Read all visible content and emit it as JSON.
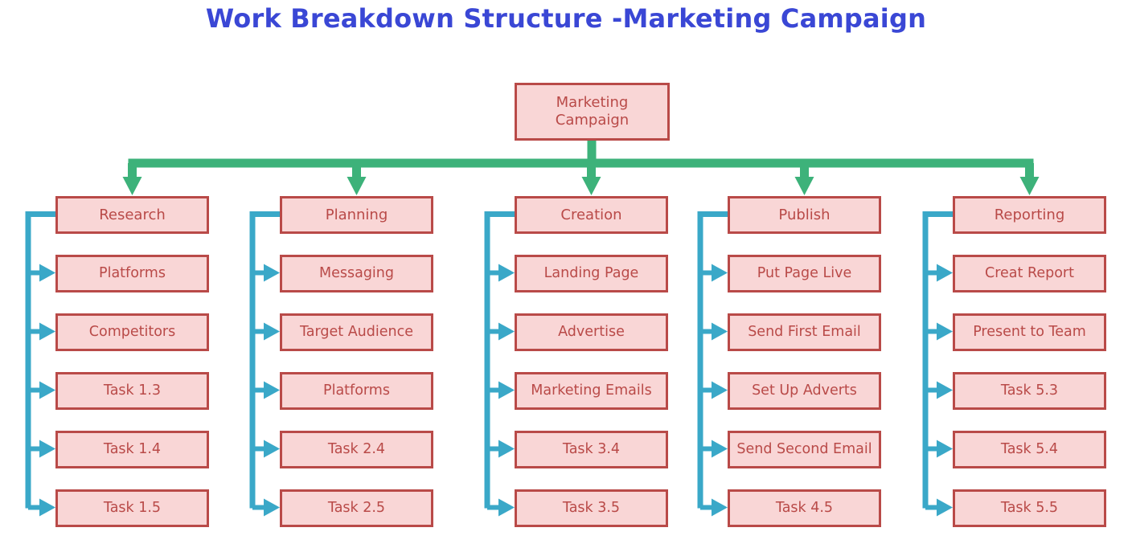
{
  "title": "Work Breakdown Structure -Marketing Campaign",
  "root": {
    "label": "Marketing Campaign"
  },
  "columns": [
    {
      "label": "Research",
      "tasks": [
        "Platforms",
        "Competitors",
        "Task 1.3",
        "Task 1.4",
        "Task 1.5"
      ]
    },
    {
      "label": "Planning",
      "tasks": [
        "Messaging",
        "Target Audience",
        "Platforms",
        "Task 2.4",
        "Task 2.5"
      ]
    },
    {
      "label": "Creation",
      "tasks": [
        "Landing Page",
        "Advertise",
        "Marketing Emails",
        "Task 3.4",
        "Task 3.5"
      ]
    },
    {
      "label": "Publish",
      "tasks": [
        "Put Page Live",
        "Send First Email",
        "Set Up Adverts",
        "Send Second Email",
        "Task 4.5"
      ]
    },
    {
      "label": "Reporting",
      "tasks": [
        "Creat Report",
        "Present to Team",
        "Task 5.3",
        "Task 5.4",
        "Task 5.5"
      ]
    }
  ],
  "colors": {
    "title": "#3a47d5",
    "node_fill": "#f9d6d6",
    "node_border": "#b94a48",
    "node_text": "#b94a48",
    "top_connector": "#3db27a",
    "side_connector": "#3aa8c8"
  }
}
